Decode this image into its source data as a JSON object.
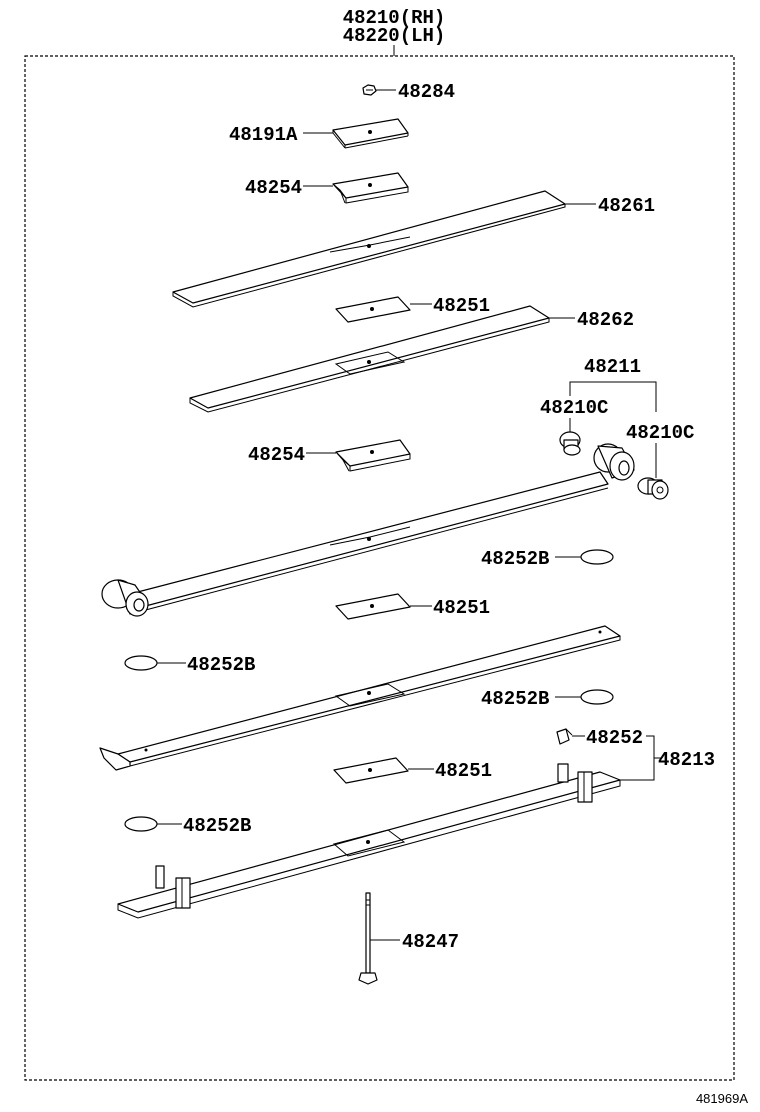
{
  "header": {
    "assembly_rh": "48210(RH)",
    "assembly_lh": "48220(LH)"
  },
  "labels": {
    "p48284": "48284",
    "p48191a": "48191A",
    "p48254_top": "48254",
    "p48261": "48261",
    "p48251_a": "48251",
    "p48262": "48262",
    "p48211": "48211",
    "p48210c_left": "48210C",
    "p48210c_right": "48210C",
    "p48254_mid": "48254",
    "p48252b_a": "48252B",
    "p48251_b": "48251",
    "p48252b_b": "48252B",
    "p48252b_c": "48252B",
    "p48252": "48252",
    "p48213": "48213",
    "p48251_c": "48251",
    "p48252b_d": "48252B",
    "p48247": "48247"
  },
  "diagram_ref": "481969A"
}
